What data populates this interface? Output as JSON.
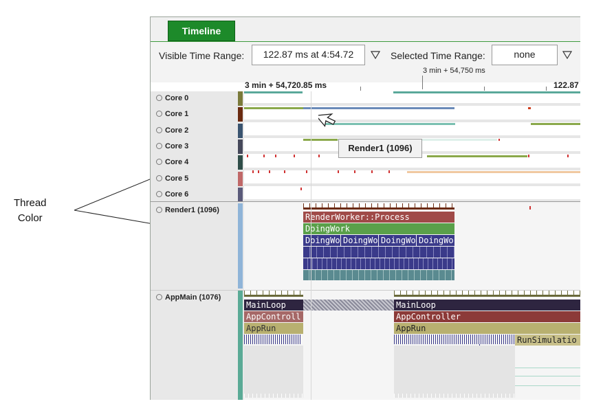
{
  "annotation": {
    "line1": "Thread",
    "line2": "Color"
  },
  "tab": {
    "label": "Timeline"
  },
  "toolbar": {
    "visible_range_label": "Visible Time Range:",
    "visible_range_value": "122.87 ms at 4:54.72",
    "selected_range_label": "Selected Time Range:",
    "selected_range_value": "none"
  },
  "ruler": {
    "left_label": "3 min + 54,720.85 ms",
    "mid_label": "3 min + 54,750 ms",
    "right_label": "122.87"
  },
  "cores": [
    {
      "label": "Core 0",
      "color": "#7a7a3a"
    },
    {
      "label": "Core 1",
      "color": "#6a2a10"
    },
    {
      "label": "Core 2",
      "color": "#3a5470"
    },
    {
      "label": "Core 3",
      "color": "#45485a"
    },
    {
      "label": "Core 4",
      "color": "#2f4d48"
    },
    {
      "label": "Core 5",
      "color": "#c06868"
    },
    {
      "label": "Core 6",
      "color": "#5a5a7a"
    }
  ],
  "tooltip": {
    "text": "Render1 (1096)"
  },
  "threads": {
    "render": {
      "label": "Render1 (1096)",
      "color": "#8fb4d8",
      "rows": [
        "RenderWorker::Process",
        "DoingWork",
        "DoingWo",
        "DoingWo",
        "DoingWo",
        "DoingWo"
      ]
    },
    "appmain": {
      "label": "AppMain (1076)",
      "color": "#5aaa96",
      "rows_left": [
        "MainLoop",
        "AppControll",
        "AppRun"
      ],
      "rows_right": [
        "MainLoop",
        "AppController",
        "AppRun",
        "RunSimulatio"
      ]
    }
  },
  "colors": {
    "tab_green": "#1d8a2a",
    "mainloop": "#2e2540",
    "appcontroller": "#8c3a38",
    "apprun": "#b8b070",
    "renderworker": "#a04a48",
    "doingwork": "#5aa04a",
    "doingwo": "#3a3a8a"
  }
}
